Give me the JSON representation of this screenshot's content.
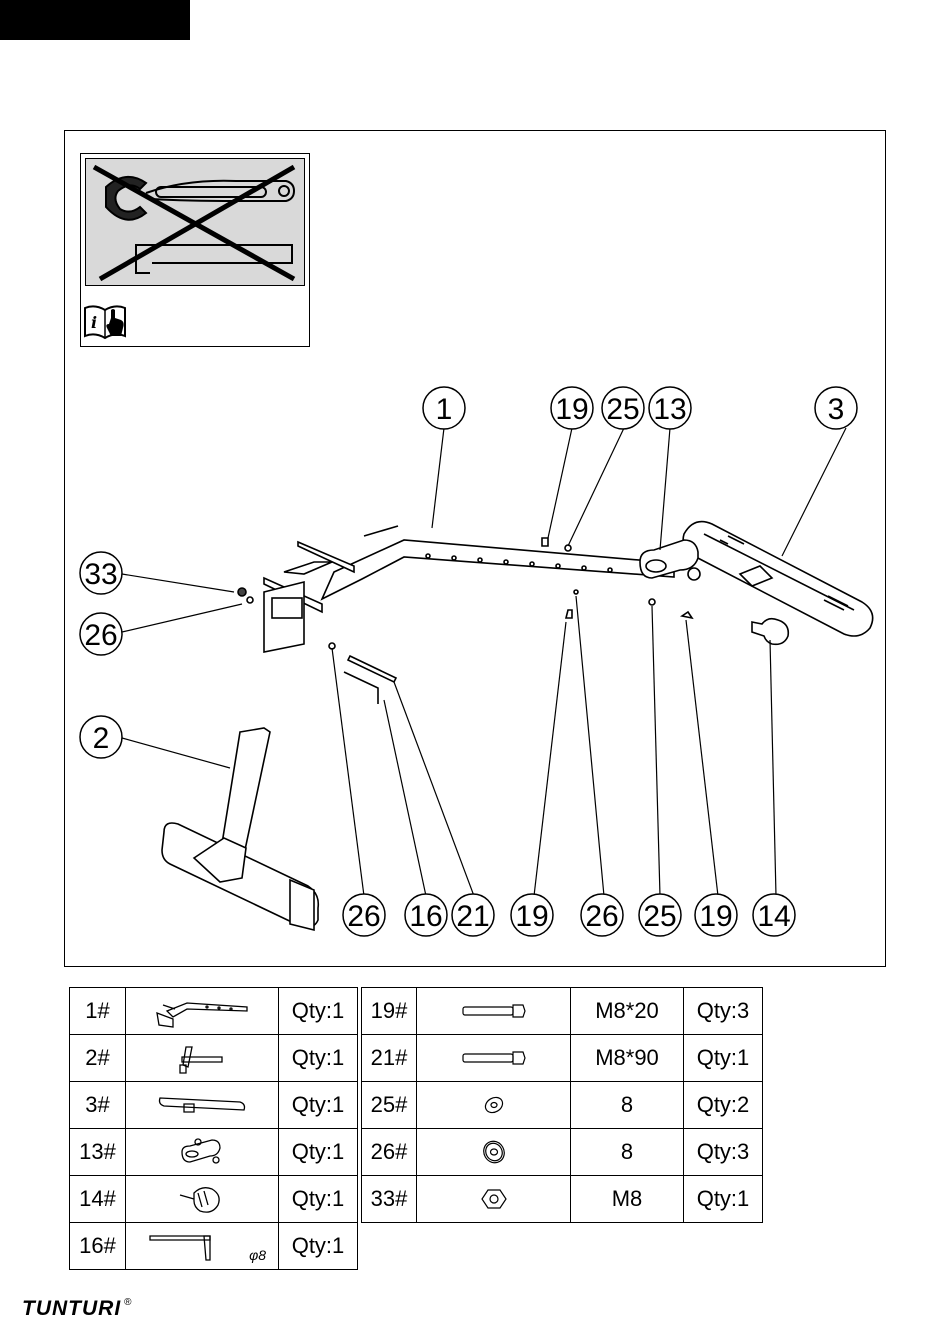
{
  "brand": {
    "name": "TUNTURI",
    "registered": "®"
  },
  "tools_panel": {
    "crossed_tools": [
      "adjustable-wrench-icon",
      "allen-key-icon"
    ],
    "info_icon": "manual-info-icon"
  },
  "callouts": {
    "top": [
      "1",
      "19",
      "25",
      "13",
      "3"
    ],
    "left": [
      "33",
      "26",
      "2"
    ],
    "bottom": [
      "26",
      "16",
      "21",
      "19",
      "26",
      "25",
      "19",
      "14"
    ]
  },
  "parts_left": [
    {
      "id": "1#",
      "icon": "main-frame-thumb",
      "qty": "Qty:1"
    },
    {
      "id": "2#",
      "icon": "front-stand-thumb",
      "qty": "Qty:1"
    },
    {
      "id": "3#",
      "icon": "rear-stabilizer-thumb",
      "qty": "Qty:1"
    },
    {
      "id": "13#",
      "icon": "bracket-thumb",
      "qty": "Qty:1"
    },
    {
      "id": "14#",
      "icon": "knob-thumb",
      "qty": "Qty:1"
    },
    {
      "id": "16#",
      "icon": "allen-key-thumb",
      "qty": "Qty:1",
      "note": "φ8"
    }
  ],
  "parts_right": [
    {
      "id": "19#",
      "icon": "bolt-short-thumb",
      "spec": "M8*20",
      "qty": "Qty:3"
    },
    {
      "id": "21#",
      "icon": "bolt-long-thumb",
      "spec": "M8*90",
      "qty": "Qty:1"
    },
    {
      "id": "25#",
      "icon": "spring-washer-thumb",
      "spec": "8",
      "qty": "Qty:2"
    },
    {
      "id": "26#",
      "icon": "flat-washer-thumb",
      "spec": "8",
      "qty": "Qty:3"
    },
    {
      "id": "33#",
      "icon": "nut-thumb",
      "spec": "M8",
      "qty": "Qty:1"
    }
  ]
}
